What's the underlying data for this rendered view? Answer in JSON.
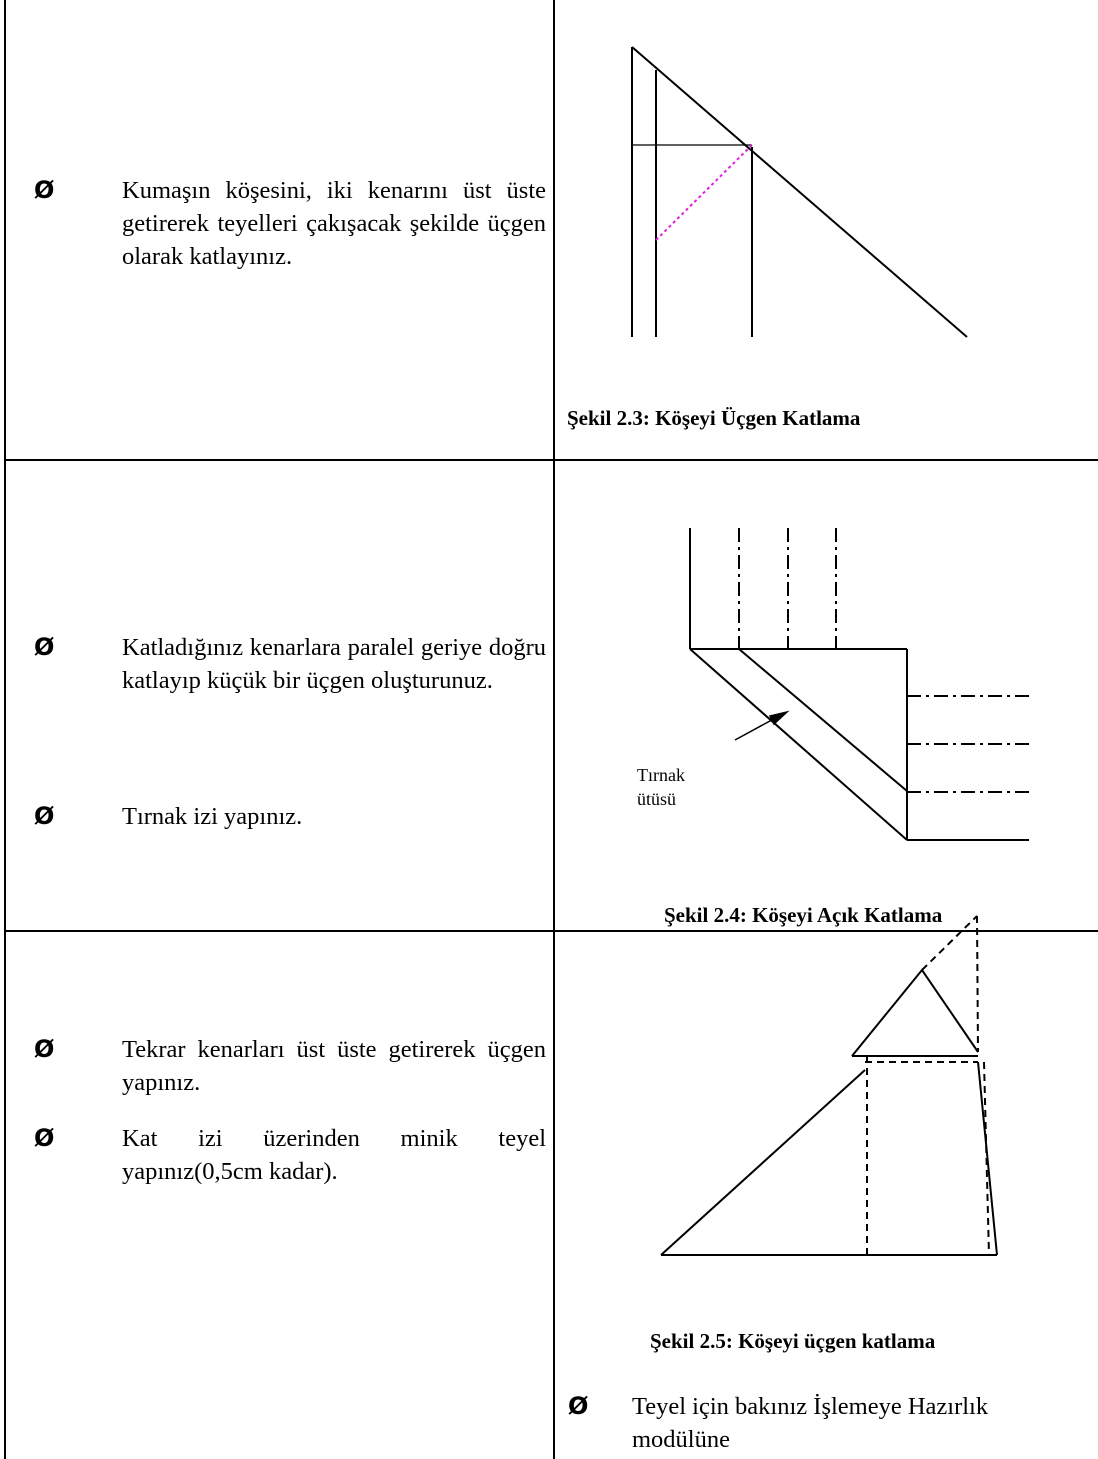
{
  "rows": [
    {
      "instructions": [
        {
          "bullet": "Ø",
          "text": "Kumaşın köşesini, iki kenarını üst üste getirerek teyelleri çakışacak şekilde üçgen olarak katlayınız."
        }
      ],
      "caption": "Şekil 2.3: Köşeyi Üçgen Katlama"
    },
    {
      "instructions": [
        {
          "bullet": "Ø",
          "text": "Katladığınız kenarlara paralel geriye doğru katlayıp küçük bir üçgen oluşturunuz."
        },
        {
          "bullet": "Ø",
          "text": "Tırnak izi yapınız."
        }
      ],
      "figure_label_1": "Tırnak",
      "figure_label_2": "ütüsü",
      "caption": "Şekil 2.4: Köşeyi Açık Katlama"
    },
    {
      "instructions": [
        {
          "bullet": "Ø",
          "text": "Tekrar kenarları üst üste getirerek üçgen yapınız."
        },
        {
          "bullet": "Ø",
          "text": "Kat izi üzerinden minik teyel yapınız(0,5cm kadar)."
        }
      ],
      "caption": "Şekil 2.5: Köşeyi üçgen katlama",
      "note": {
        "bullet": "Ø",
        "text": "Teyel için bakınız İşlemeye Hazırlık modülüne"
      }
    }
  ]
}
